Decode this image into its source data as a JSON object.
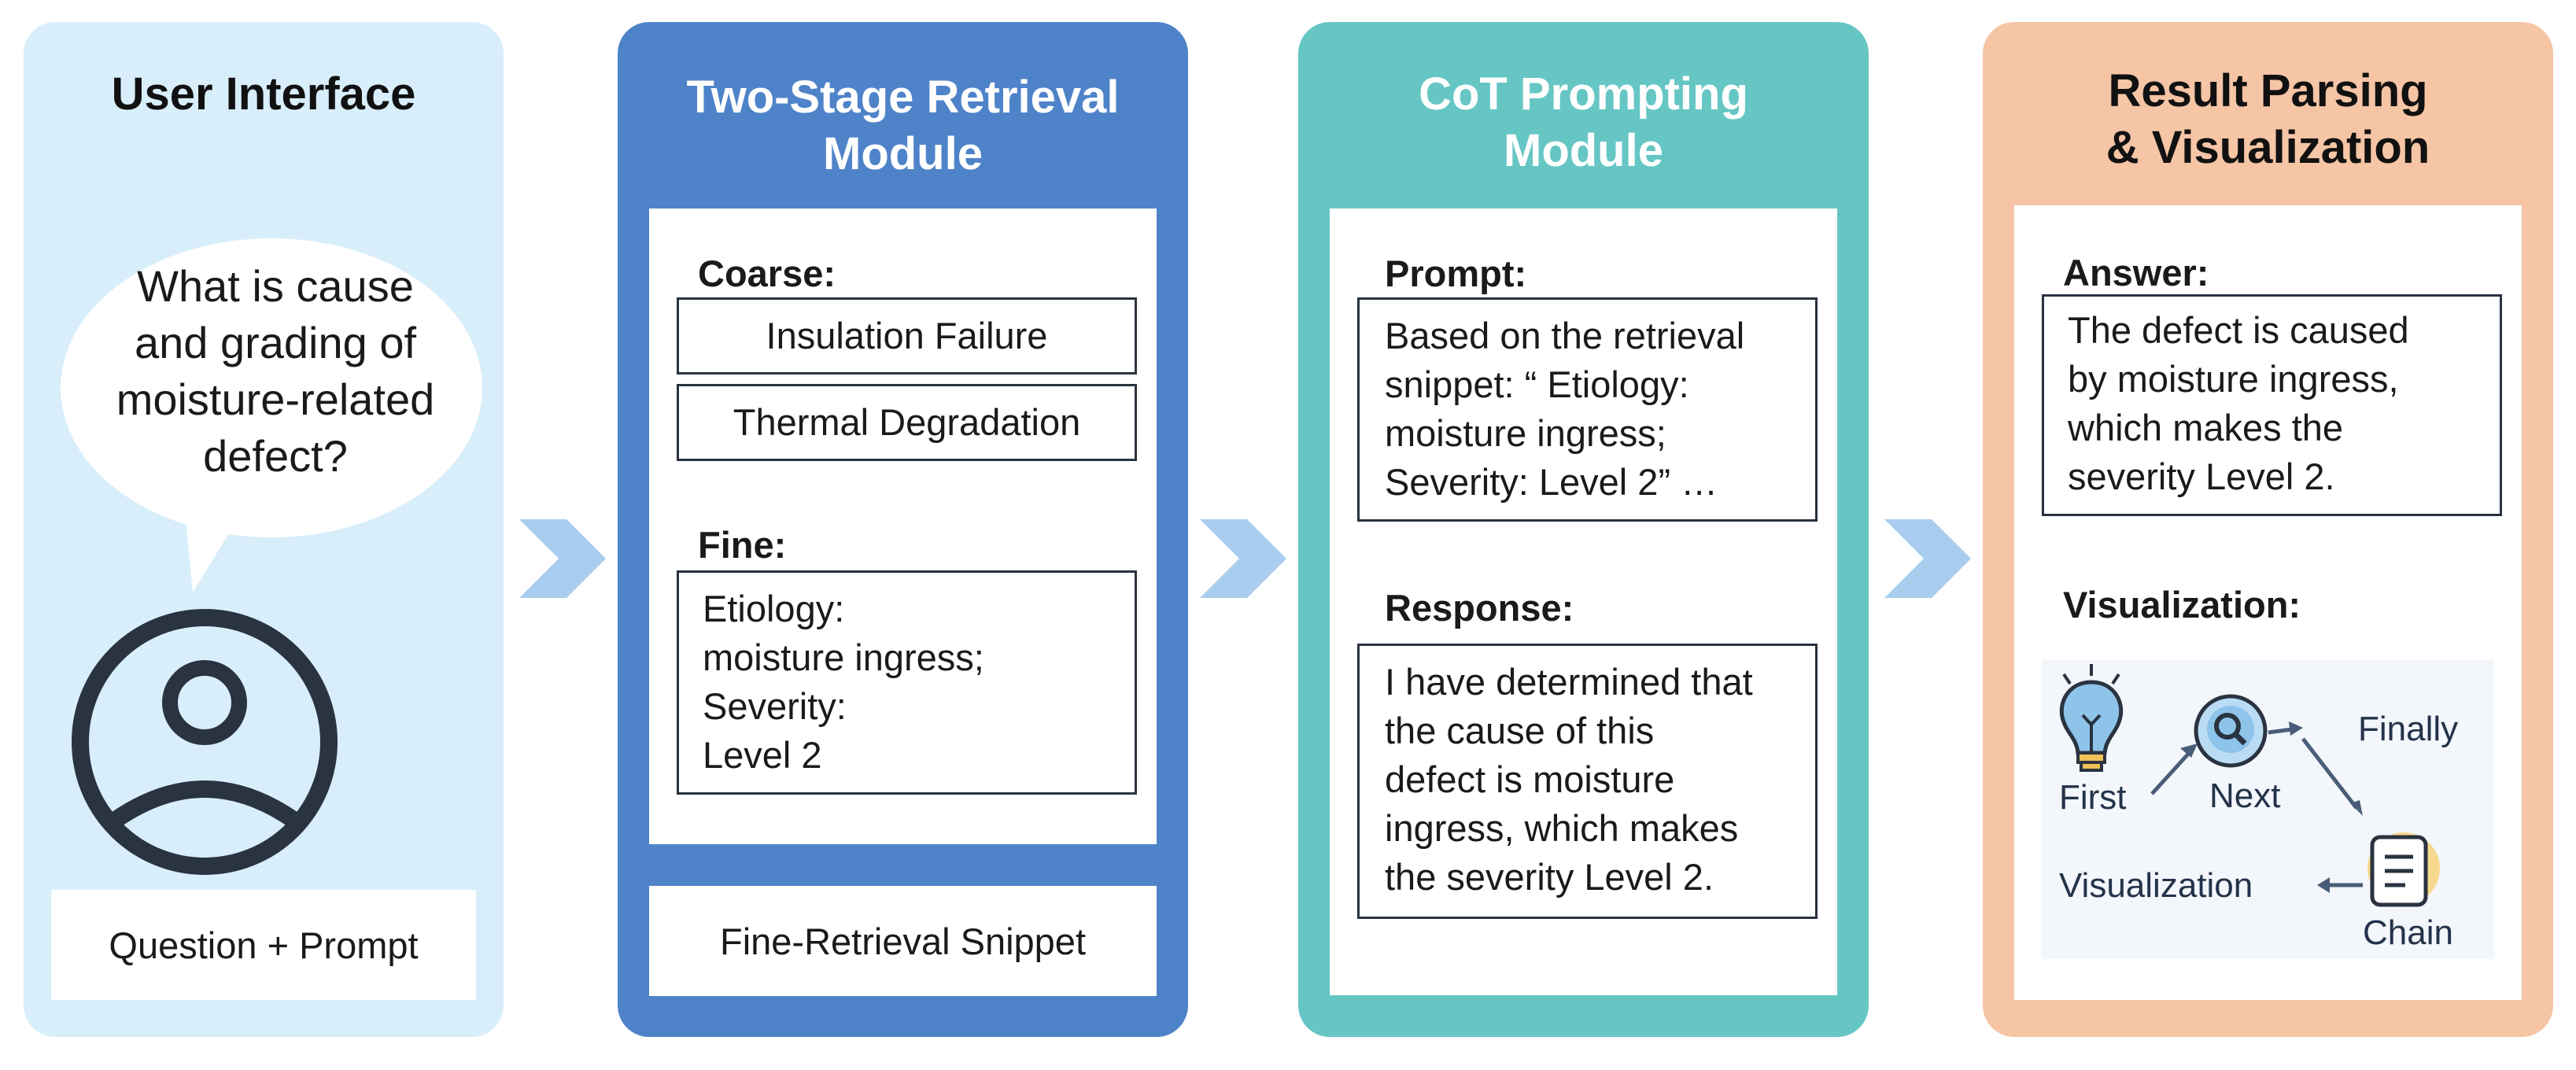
{
  "colors": {
    "ui_panel": "#d8eefb",
    "retrieval_panel": "#4f83c9",
    "cot_panel": "#66c6c4",
    "result_panel": "#f5c5a5",
    "arrow": "#a9cdee",
    "ink": "#2a3340"
  },
  "user_interface": {
    "title": "User Interface",
    "question_lines": [
      "What is cause",
      "and grading of",
      "moisture-related",
      "defect?"
    ],
    "user_icon": "user-circle-icon",
    "footer": "Question + Prompt"
  },
  "retrieval": {
    "title_lines": [
      "Two-Stage Retrieval",
      "Module"
    ],
    "coarse_label": "Coarse:",
    "coarse_items": [
      "Insulation Failure",
      "Thermal Degradation"
    ],
    "fine_label": "Fine:",
    "fine_lines": [
      "Etiology:",
      "moisture ingress;",
      "Severity:",
      "Level 2"
    ],
    "footer": "Fine-Retrieval Snippet"
  },
  "cot": {
    "title_lines": [
      "CoT Prompting",
      "Module"
    ],
    "prompt_label": "Prompt:",
    "prompt_lines": [
      "Based on the retrieval",
      "snippet: “ Etiology:",
      "moisture ingress;",
      "Severity: Level 2” …"
    ],
    "response_label": "Response:",
    "response_lines": [
      "I have determined that",
      "the cause of this",
      "defect is moisture",
      "ingress, which makes",
      "the severity Level 2."
    ]
  },
  "result": {
    "title_lines": [
      "Result Parsing",
      "& Visualization"
    ],
    "answer_label": "Answer:",
    "answer_lines": [
      "The defect is caused",
      "by moisture ingress,",
      "which makes the",
      "severity Level 2."
    ],
    "visualization_label": "Visualization:",
    "viz": {
      "first": "First",
      "next": "Next",
      "finally": "Finally",
      "chain": "Chain",
      "visualization": "Visualization",
      "icons": [
        "lightbulb-icon",
        "magnifier-icon",
        "document-icon"
      ]
    }
  }
}
